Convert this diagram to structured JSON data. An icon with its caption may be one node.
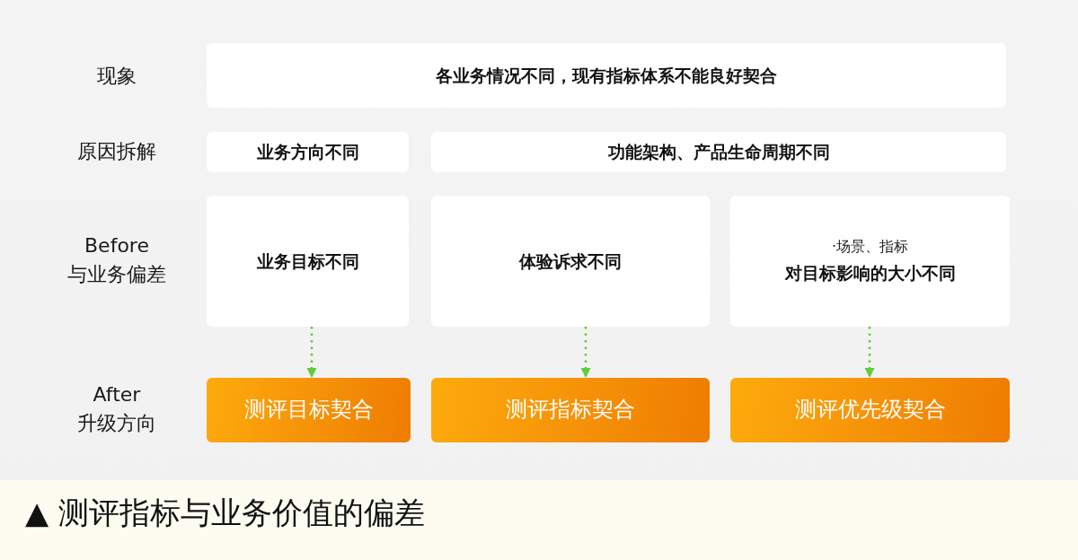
{
  "diagram": {
    "caption": "▲ 测评指标与业务价值的偏差",
    "nodes": [
      {
        "text": [
          "各业务情况不同，现有指标体系不能良好契合"
        ]
      },
      {
        "text": [
          "业务方向不同"
        ]
      },
      {
        "text": [
          "功能架构、产品生命周期不同"
        ]
      },
      {
        "text": [
          "业务目标不同"
        ]
      },
      {
        "text": [
          "体验诉求不同"
        ]
      },
      {
        "text": [
          "·场景、指标",
          "对目标影响的大小不同"
        ]
      },
      {
        "text": [
          "测评目标契合"
        ]
      },
      {
        "text": [
          "测评指标契合"
        ]
      },
      {
        "text": [
          "测评优先级契合"
        ]
      }
    ],
    "edges": [
      {
        "from": 3,
        "to": 6,
        "arrow": "to"
      },
      {
        "from": 4,
        "to": 7,
        "arrow": "to"
      },
      {
        "from": 5,
        "to": 8,
        "arrow": "to"
      }
    ],
    "labels": [
      "现象",
      "原因拆解",
      "Before 与业务偏差",
      "After 升级方向"
    ]
  }
}
